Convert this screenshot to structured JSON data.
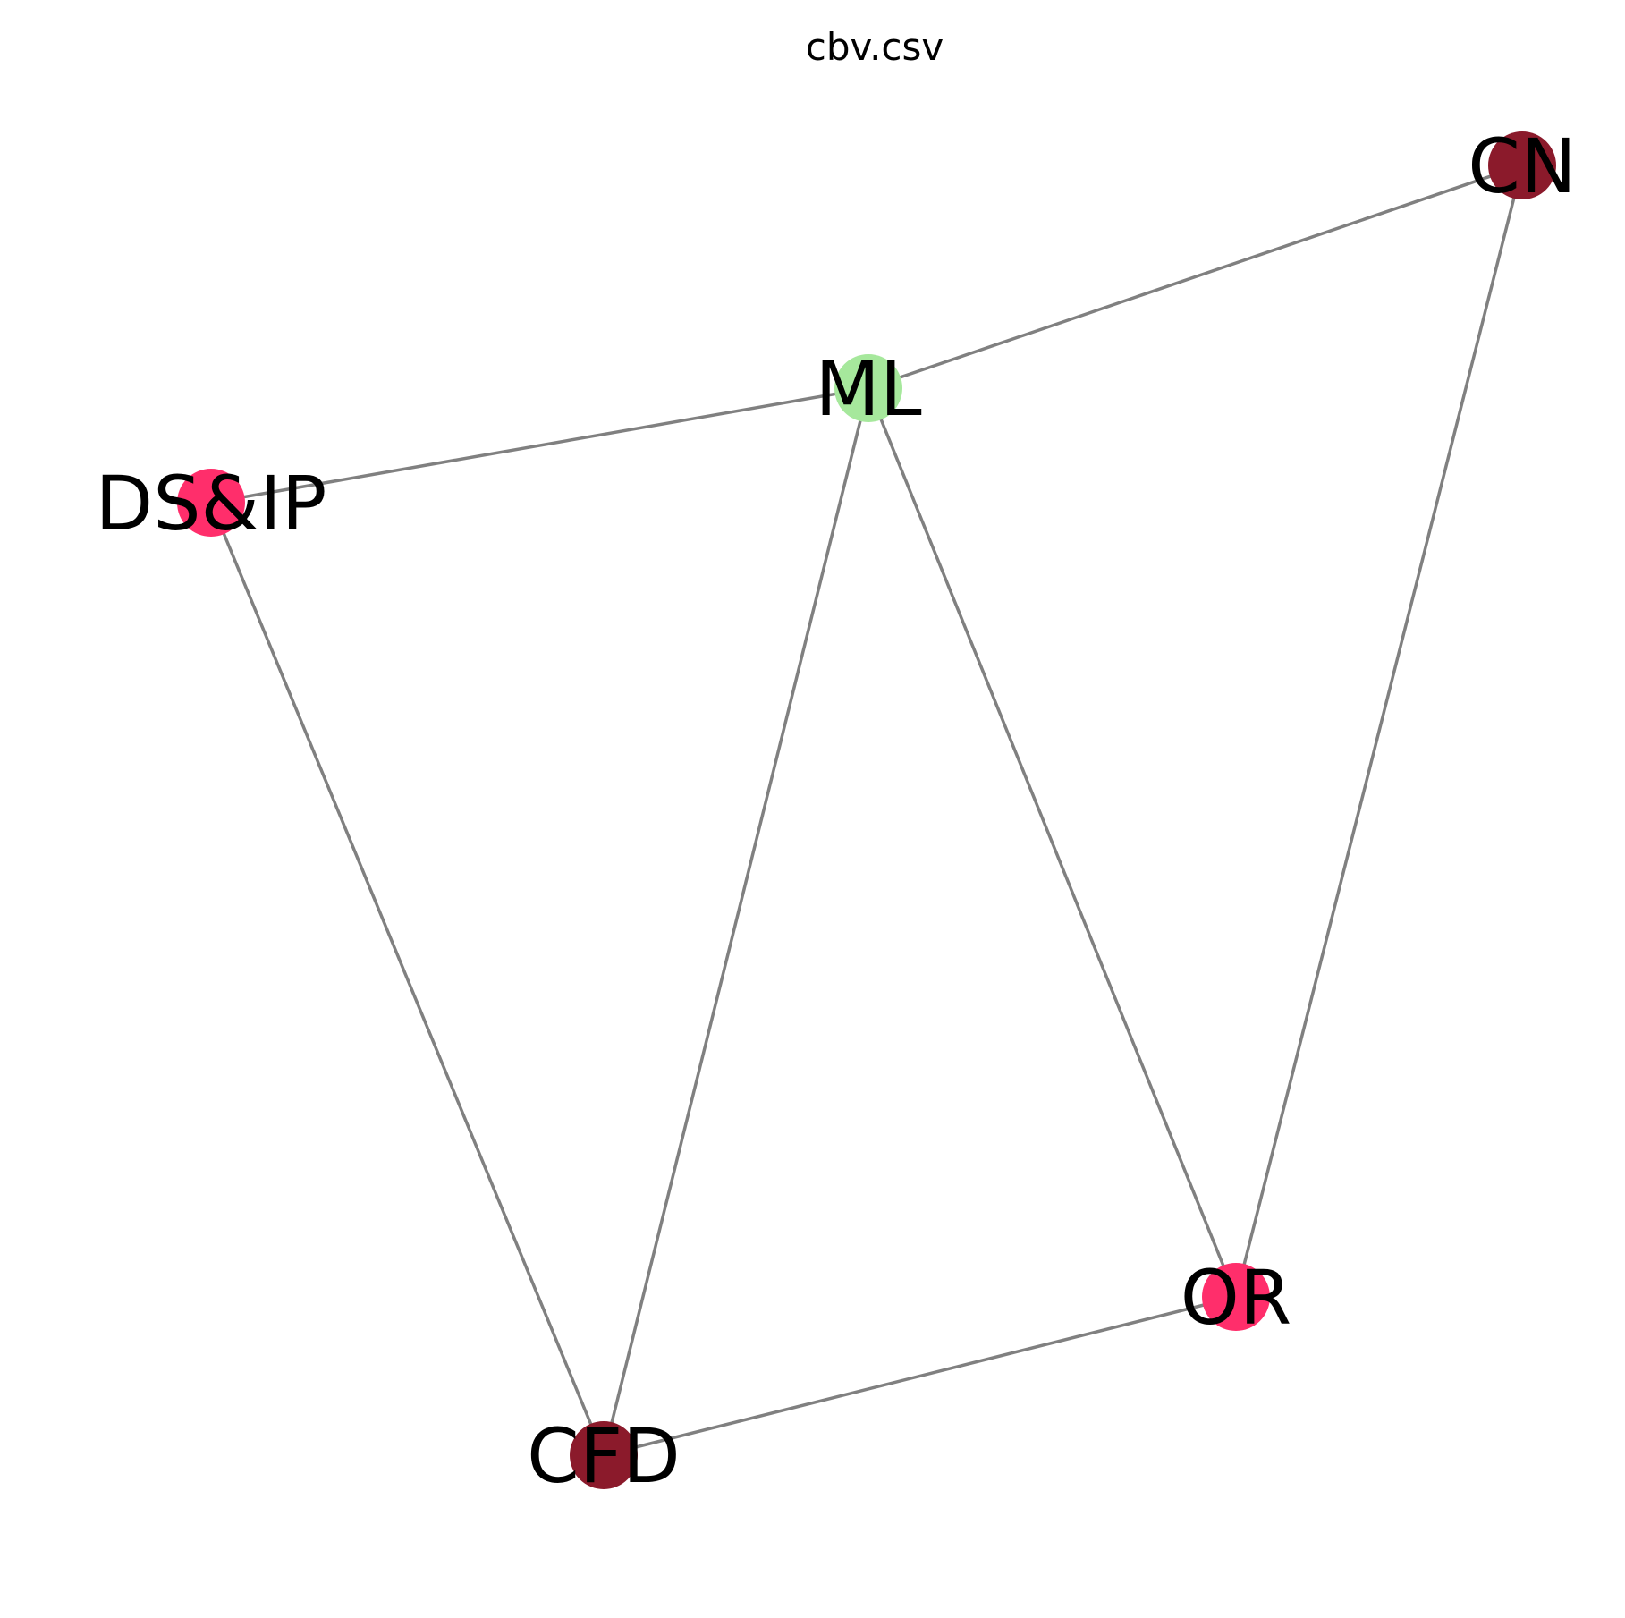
{
  "title": "cbv.csv",
  "graph": {
    "nodes": [
      {
        "id": "CN",
        "label": "CN",
        "color": "#8b1a2b"
      },
      {
        "id": "ML",
        "label": "ML",
        "color": "#a6e89c"
      },
      {
        "id": "DS&IP",
        "label": "DS&IP",
        "color": "#ff2e6b"
      },
      {
        "id": "OR",
        "label": "OR",
        "color": "#ff2e6b"
      },
      {
        "id": "CFD",
        "label": "CFD",
        "color": "#8b1a2b"
      }
    ],
    "edges": [
      {
        "source": "ML",
        "target": "CN"
      },
      {
        "source": "ML",
        "target": "DS&IP"
      },
      {
        "source": "ML",
        "target": "CFD"
      },
      {
        "source": "ML",
        "target": "OR"
      },
      {
        "source": "CN",
        "target": "OR"
      },
      {
        "source": "DS&IP",
        "target": "CFD"
      },
      {
        "source": "CFD",
        "target": "OR"
      }
    ],
    "edge_color": "#808080"
  }
}
